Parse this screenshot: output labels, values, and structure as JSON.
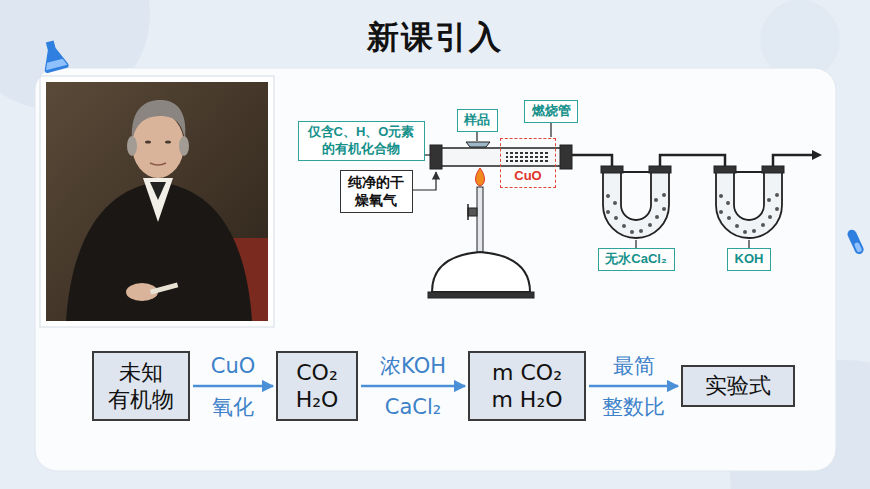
{
  "diagram": {
    "title": "新课引入",
    "nodes": [
      {
        "text": [
          "仅含C、H、O元素的有机化合物"
        ]
      },
      {
        "text": [
          "样品"
        ]
      },
      {
        "text": [
          "燃烧管"
        ]
      },
      {
        "text": [
          "CuO"
        ]
      },
      {
        "text": [
          "纯净的干燥氧气"
        ]
      },
      {
        "text": [
          "无水CaCl₂"
        ]
      },
      {
        "text": [
          "KOH"
        ]
      },
      {
        "text": [
          "未知 有机物"
        ]
      },
      {
        "text": [
          "CO₂ H₂O"
        ]
      },
      {
        "text": [
          "m CO₂ m H₂O"
        ]
      },
      {
        "text": [
          "实验式"
        ]
      }
    ],
    "edges": [
      {
        "from": 7,
        "to": 8,
        "arrow": "to",
        "label": "CuO"
      },
      {
        "from": 8,
        "to": 9,
        "arrow": "to",
        "label": "浓KOH"
      },
      {
        "from": 9,
        "to": 10,
        "arrow": "to",
        "label": "最简"
      }
    ],
    "labels": [
      "氧化",
      "CaCl₂",
      "整数比"
    ]
  }
}
